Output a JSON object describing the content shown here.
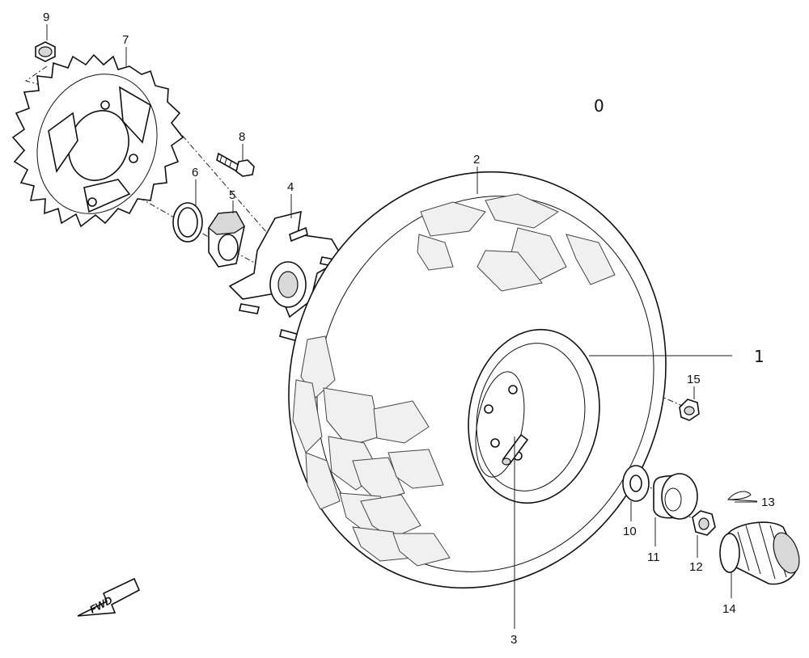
{
  "diagram": {
    "view_number": "0",
    "fwd_label": "FWD",
    "callouts": {
      "c1": "1",
      "c2": "2",
      "c3": "3",
      "c4": "4",
      "c5": "5",
      "c6": "6",
      "c7": "7",
      "c8": "8",
      "c9": "9",
      "c10": "10",
      "c11": "11",
      "c12": "12",
      "c13": "13",
      "c14": "14",
      "c15": "15"
    }
  }
}
